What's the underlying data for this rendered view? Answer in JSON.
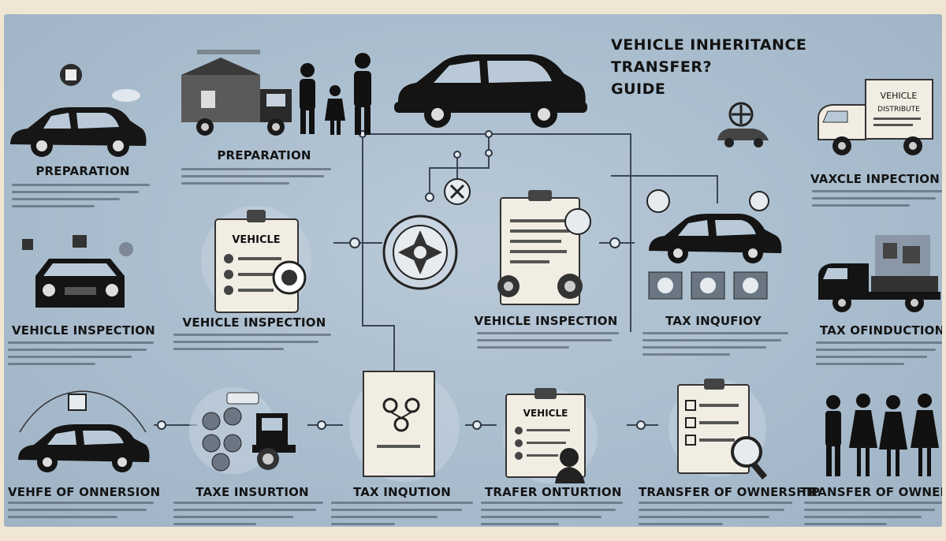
{
  "title": {
    "line1": "VEHICLE INHERITANCE",
    "line2": "TRANSFER?",
    "line3": "GUIDE"
  },
  "steps": [
    {
      "label": "PREPARATION"
    },
    {
      "label": "PREPARATION"
    },
    {
      "label": "VAXCLE INPECTION"
    },
    {
      "label": "VEHICLE INSPECTION"
    },
    {
      "label": "VEHICLE INSPECTION"
    },
    {
      "label": "VEHICLE INSPECTION"
    },
    {
      "label": "TAX INQUFIOY"
    },
    {
      "label": "TAX OFINDUCTION"
    },
    {
      "label": "VEHFE OF ONNERSION"
    },
    {
      "label": "TAXE INSURTION"
    },
    {
      "label": "TAX INQUTION"
    },
    {
      "label": "TRAFER ONTURTION"
    },
    {
      "label": "TRANSFER OF OWNERSHIP"
    },
    {
      "label": "TRANSFER OF OWNERSHIP"
    }
  ],
  "doc_labels": {
    "vehicle_checklist": "VEHICLE",
    "vehicle_doc": "VEHICLE",
    "truck_sign_1": "VEHICLE",
    "truck_sign_2": "DISTRIBUTE"
  },
  "colors": {
    "background": "#a8bccd",
    "ink": "#151515",
    "connector": "#3a4654",
    "paper": "#f2ede3"
  }
}
